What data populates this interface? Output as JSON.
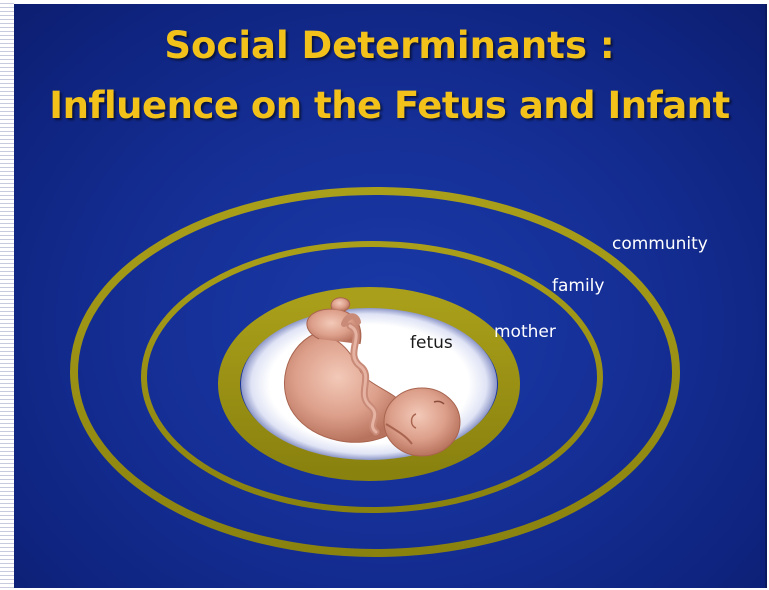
{
  "title": {
    "line1": "Social Determinants :",
    "line2": "Influence on the Fetus and Infant"
  },
  "rings": [
    {
      "label": "community"
    },
    {
      "label": "family"
    },
    {
      "label": "mother"
    },
    {
      "label": "fetus"
    }
  ],
  "colors": {
    "background": "#152f96",
    "title": "#f2c21b",
    "ring": "#9a9112",
    "label": "#ffffff"
  }
}
